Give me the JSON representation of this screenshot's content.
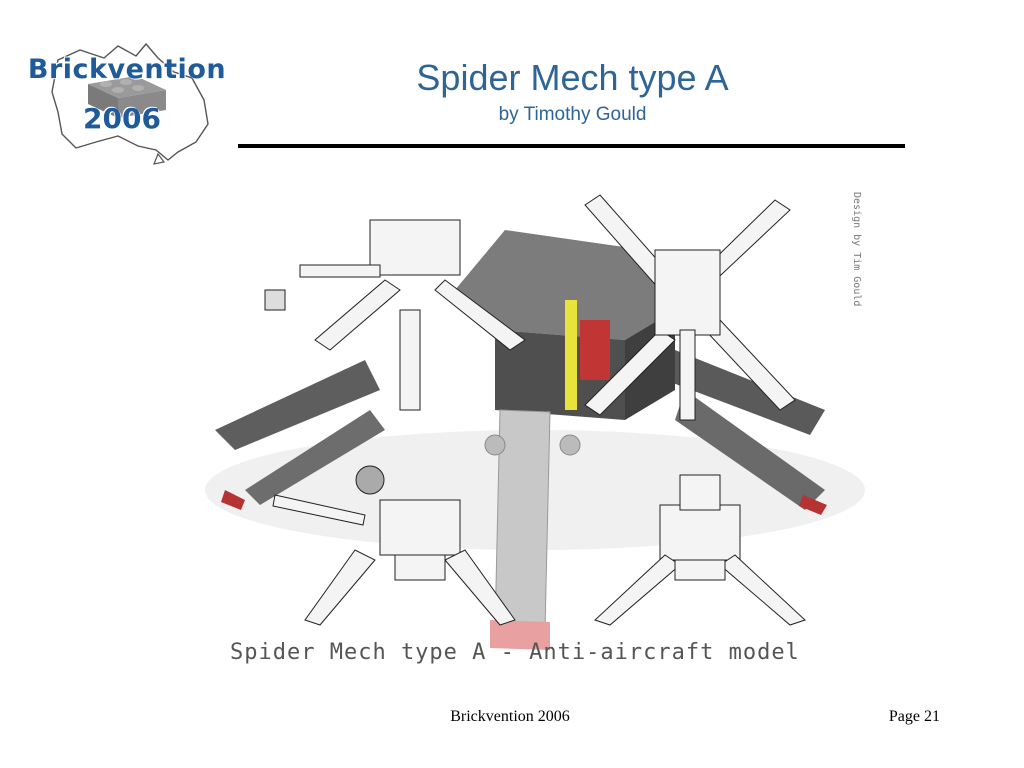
{
  "logo": {
    "top_text": "Brickvention",
    "bottom_text": "2006"
  },
  "slide": {
    "title": "Spider Mech type A",
    "subtitle": "by Timothy Gould"
  },
  "figure": {
    "caption": "Spider Mech type A - Anti-aircraft model",
    "credit": "Design by Tim Gould"
  },
  "footer": {
    "center": "Brickvention 2006",
    "page": "Page 21"
  },
  "colors": {
    "title": "#2f6496",
    "logo_text": "#1f5a9a",
    "rule": "#000000"
  }
}
